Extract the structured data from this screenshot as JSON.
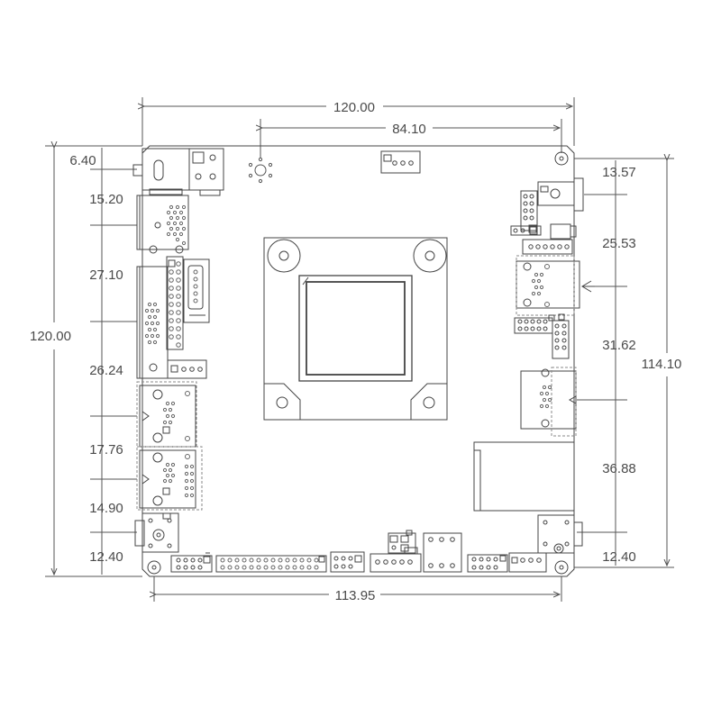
{
  "dimensions": {
    "top_width": "120.00",
    "hole_spacing_top": "84.10",
    "bottom_width": "113.95",
    "left_height": "120.00",
    "right_height": "114.10",
    "left_offsets": [
      "6.40",
      "15.20",
      "27.10",
      "26.24",
      "17.76",
      "14.90",
      "12.40"
    ],
    "right_offsets": [
      "13.57",
      "25.53",
      "31.62",
      "36.88",
      "12.40"
    ]
  },
  "colors": {
    "line": "#444444",
    "dim_line": "#555555",
    "text": "#4a4a4a"
  }
}
